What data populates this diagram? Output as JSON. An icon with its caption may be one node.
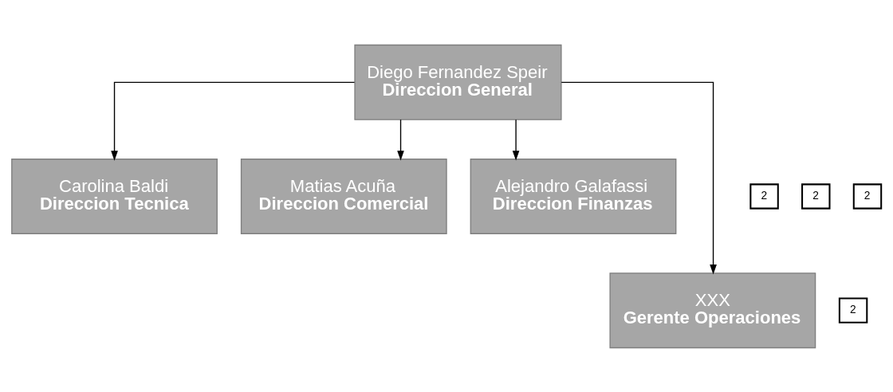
{
  "diagram": {
    "nodes": [
      {
        "text": [
          "Diego Fernandez Speir",
          "Direccion General"
        ]
      },
      {
        "text": [
          "Carolina Baldi",
          "Direccion Tecnica"
        ]
      },
      {
        "text": [
          "2"
        ]
      },
      {
        "text": [
          "Matias Acuña",
          "Direccion Comercial"
        ]
      },
      {
        "text": [
          "2"
        ]
      },
      {
        "text": [
          "Alejandro Galafassi",
          "Direccion Finanzas"
        ]
      },
      {
        "text": [
          "2"
        ]
      },
      {
        "text": [
          "XXX",
          "Gerente Operaciones"
        ]
      },
      {
        "text": [
          "2"
        ]
      }
    ],
    "edges": [
      {
        "from": 0,
        "to": 1,
        "arrow": "to"
      },
      {
        "from": 0,
        "to": 7,
        "arrow": "to"
      },
      {
        "from": 0,
        "to": 3,
        "arrow": "to"
      },
      {
        "from": 0,
        "to": 5,
        "arrow": "to"
      }
    ]
  }
}
